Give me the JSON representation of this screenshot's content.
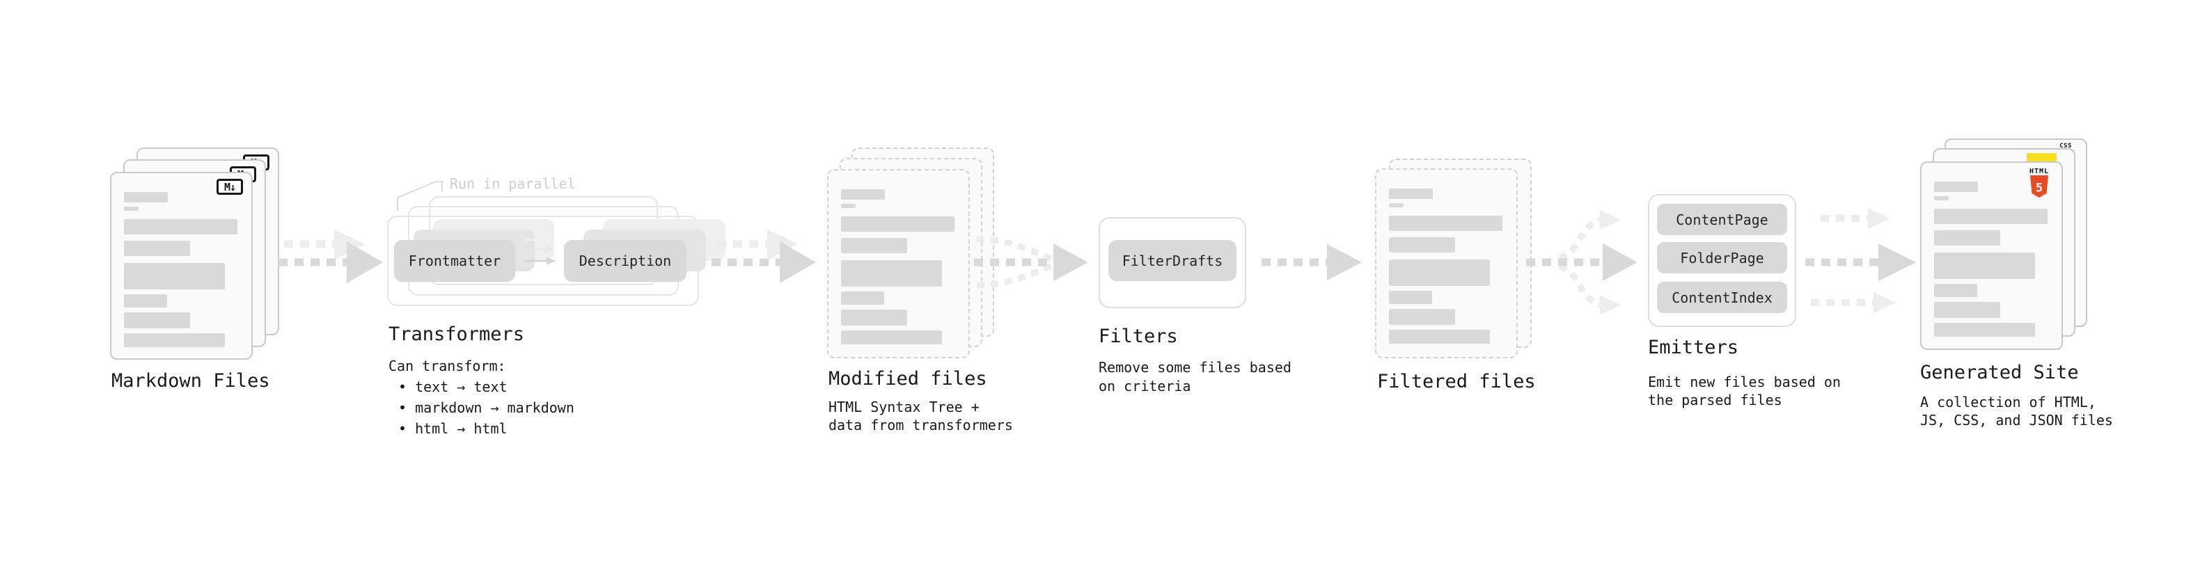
{
  "colors": {
    "ink": "#1a1a1a",
    "bar": "#d9d9d9",
    "doc_fill": "#fafafa",
    "doc_border": "#c9c9c9",
    "dash_border": "#d2d2d2",
    "box_fill": "#d9d9d9",
    "box_ghost_mid": "#e4e4e4",
    "box_ghost_back": "#efefef",
    "container_border": "#e6e6e6",
    "panel_border": "#dfdfdf",
    "arrow_main": "#d9d9d9",
    "arrow_ghost": "#ededed",
    "note": "#cfcfcf",
    "leader": "#dcdcdc",
    "html5_orange": "#e44d26",
    "js_yellow": "#f7df1e",
    "css_blue": "#2965f1"
  },
  "stages": {
    "markdown_files": {
      "label": "Markdown Files",
      "badge": "M↓"
    },
    "transformers": {
      "label": "Transformers",
      "note": "Run in parallel",
      "transformer_boxes": [
        "Frontmatter",
        "Description"
      ],
      "desc_intro": "Can transform:",
      "desc_bullets": [
        "• text → text",
        "• markdown → markdown",
        "• html → html"
      ]
    },
    "modified_files": {
      "label": "Modified files",
      "desc_lines": [
        "HTML Syntax Tree +",
        "data from transformers"
      ]
    },
    "filters": {
      "label": "Filters",
      "filter_boxes": [
        "FilterDrafts"
      ],
      "desc_lines": [
        "Remove some files based",
        "on criteria"
      ]
    },
    "filtered_files": {
      "label": "Filtered files"
    },
    "emitters": {
      "label": "Emitters",
      "emitter_boxes": [
        "ContentPage",
        "FolderPage",
        "ContentIndex"
      ],
      "desc_lines": [
        "Emit new files based on",
        "the parsed files"
      ]
    },
    "generated_site": {
      "label": "Generated Site",
      "badge_css": "CSS",
      "badge_html_top": "HTML",
      "badge_html_number": "5",
      "desc_lines": [
        "A collection of HTML,",
        "JS, CSS, and JSON files"
      ]
    }
  }
}
